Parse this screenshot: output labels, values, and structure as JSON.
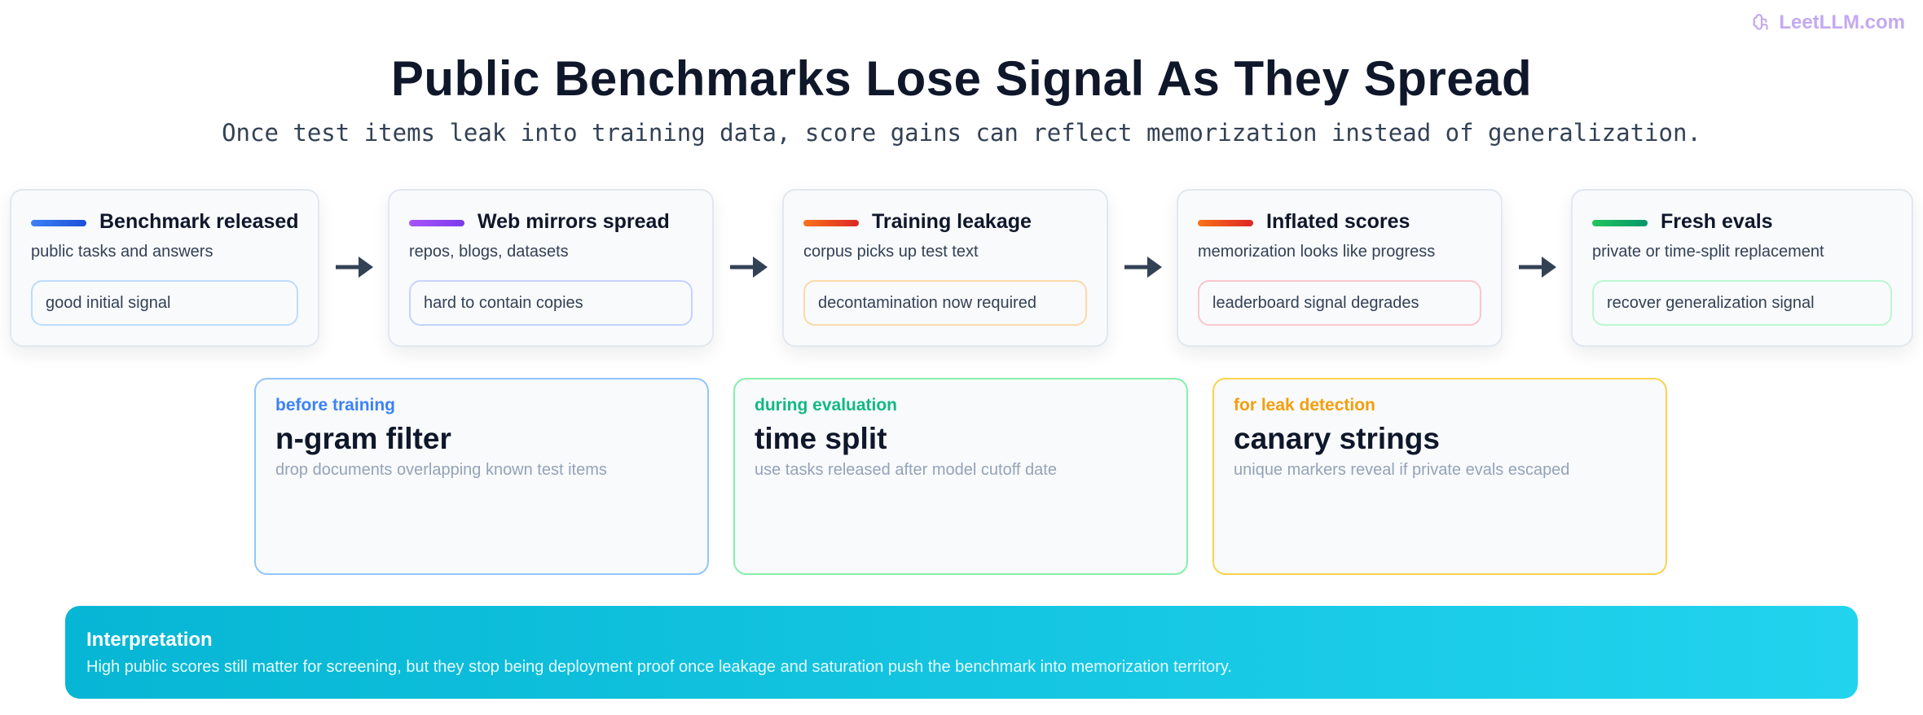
{
  "brand": {
    "label": "LeetLLM.com",
    "icon": "brain-icon",
    "color": "#c4a9f0"
  },
  "header": {
    "title": "Public Benchmarks Lose Signal As They Spread",
    "subtitle": "Once test items leak into training data, score gains can reflect memorization instead of generalization."
  },
  "stages": [
    {
      "title": "Benchmark released",
      "desc": "public tasks and answers",
      "chip": "good initial signal",
      "bar_from": "#3b82f6",
      "bar_to": "#1d4ed8",
      "chip_border": "#bfdbfe"
    },
    {
      "title": "Web mirrors spread",
      "desc": "repos, blogs, datasets",
      "chip": "hard to contain copies",
      "bar_from": "#a855f7",
      "bar_to": "#7c3aed",
      "chip_border": "#c7d2fe"
    },
    {
      "title": "Training leakage",
      "desc": "corpus picks up test text",
      "chip": "decontamination now required",
      "bar_from": "#f97316",
      "bar_to": "#dc2626",
      "chip_border": "#fcd9a8"
    },
    {
      "title": "Inflated scores",
      "desc": "memorization looks like progress",
      "chip": "leaderboard signal degrades",
      "bar_from": "#f97316",
      "bar_to": "#dc2626",
      "chip_border": "#fbc6cf"
    },
    {
      "title": "Fresh evals",
      "desc": "private or time-split replacement",
      "chip": "recover generalization signal",
      "bar_from": "#22c55e",
      "bar_to": "#059669",
      "chip_border": "#bbf7d0"
    }
  ],
  "methods": [
    {
      "when": "before training",
      "name": "n-gram filter",
      "desc": "drop documents overlapping known test items",
      "accent": "#3b82f6",
      "border": "#93c5fd"
    },
    {
      "when": "during evaluation",
      "name": "time split",
      "desc": "use tasks released after model cutoff date",
      "accent": "#10b981",
      "border": "#86efac"
    },
    {
      "when": "for leak detection",
      "name": "canary strings",
      "desc": "unique markers reveal if private evals escaped",
      "accent": "#f59e0b",
      "border": "#fcd34d"
    }
  ],
  "interpretation": {
    "heading": "Interpretation",
    "body": "High public scores still matter for screening, but they stop being deployment proof once leakage and saturation push the benchmark into memorization territory."
  }
}
